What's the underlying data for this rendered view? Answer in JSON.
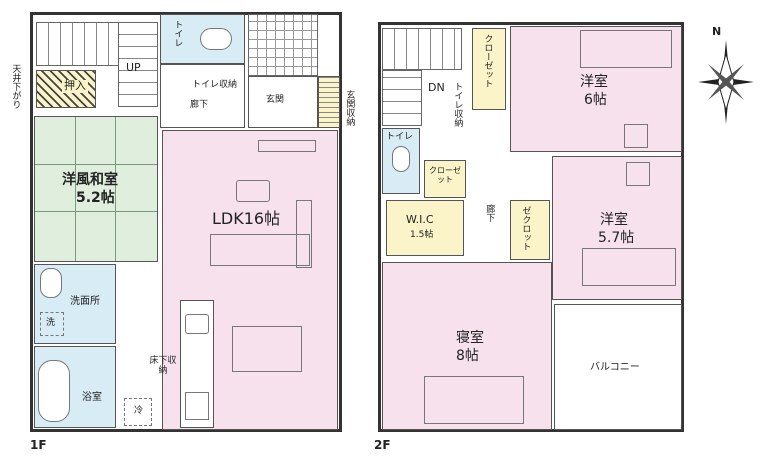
{
  "floors": {
    "first": {
      "label": "1F",
      "rooms": {
        "ldk": {
          "name": "LDK16帖"
        },
        "japanese": {
          "name": "洋風和室",
          "size": "5.2帖"
        },
        "oshiire": {
          "name": "押入"
        },
        "ceiling_note": {
          "name": "天井下がり"
        },
        "up": {
          "name": "UP"
        },
        "toilet": {
          "name": "トイレ"
        },
        "toilet_storage": {
          "name": "トイレ収納"
        },
        "hallway": {
          "name": "廊下"
        },
        "entrance": {
          "name": "玄関"
        },
        "entrance_storage": {
          "name": "玄関収納"
        },
        "washroom": {
          "name": "洗面所"
        },
        "washer": {
          "name": "洗"
        },
        "bathroom": {
          "name": "浴室"
        },
        "underfloor": {
          "name": "床下収納"
        },
        "fridge": {
          "name": "冷"
        }
      }
    },
    "second": {
      "label": "2F",
      "rooms": {
        "western1": {
          "name": "洋室",
          "size": "6帖"
        },
        "western2": {
          "name": "洋室",
          "size": "5.7帖"
        },
        "bedroom": {
          "name": "寝室",
          "size": "8帖"
        },
        "closet1": {
          "name": "クローゼット"
        },
        "closet2": {
          "name": "クローゼット"
        },
        "closet3": {
          "name": "ゼクロット"
        },
        "wic": {
          "name": "W.I.C",
          "size": "1.5帖"
        },
        "toilet": {
          "name": "トイレ"
        },
        "toilet_storage": {
          "name": "トイレ収納"
        },
        "dn": {
          "name": "DN"
        },
        "hallway": {
          "name": "廊下"
        },
        "balcony": {
          "name": "バルコニー"
        }
      }
    }
  },
  "compass": {
    "label": "N"
  },
  "colors": {
    "pink": "#f6e1ec",
    "green": "#dfeedd",
    "blue": "#d8ecf6",
    "yellow": "#fbf4c9",
    "marker": "#8b9ac4"
  }
}
